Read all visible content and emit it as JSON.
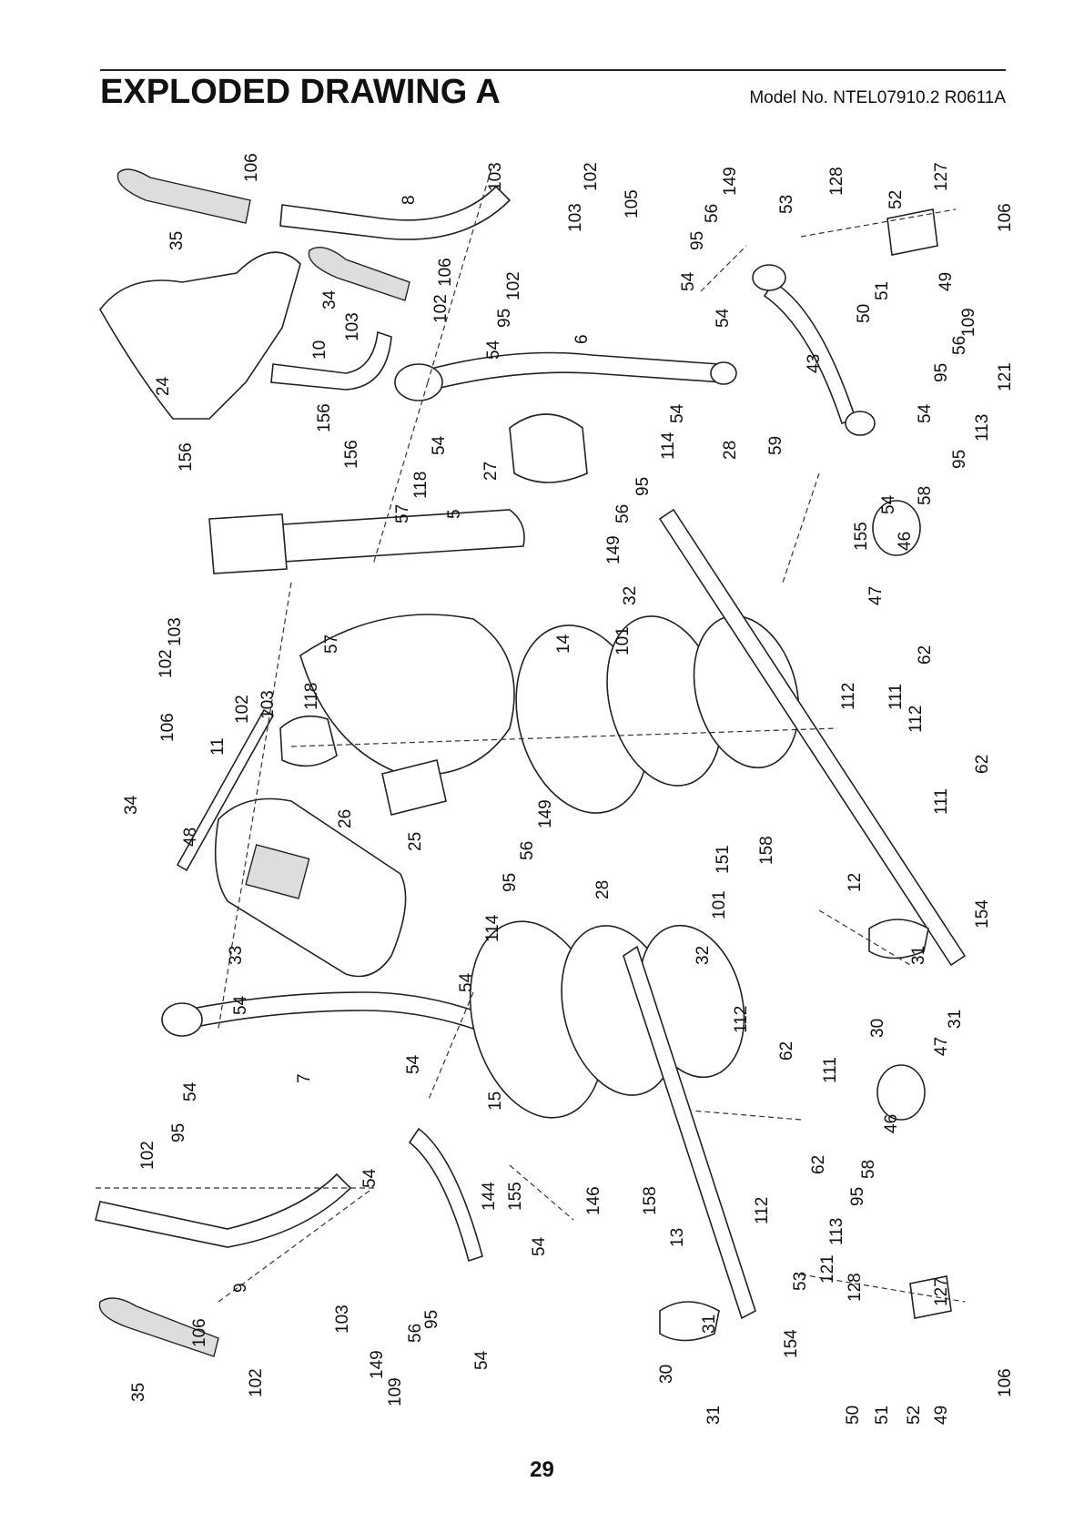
{
  "header": {
    "title": "EXPLODED DRAWING A",
    "model": "Model No. NTEL07910.2 R0611A"
  },
  "footer": {
    "page_number": "29"
  },
  "part_labels": [
    {
      "id": "p35a",
      "text": "35"
    },
    {
      "id": "p106a",
      "text": "106"
    },
    {
      "id": "p8",
      "text": "8"
    },
    {
      "id": "p103a",
      "text": "103"
    },
    {
      "id": "p102a",
      "text": "102"
    },
    {
      "id": "p103b",
      "text": "103"
    },
    {
      "id": "p105",
      "text": "105"
    },
    {
      "id": "p149a",
      "text": "149"
    },
    {
      "id": "p56a",
      "text": "56"
    },
    {
      "id": "p95a",
      "text": "95"
    },
    {
      "id": "p54a",
      "text": "54"
    },
    {
      "id": "p53a",
      "text": "53"
    },
    {
      "id": "p128a",
      "text": "128"
    },
    {
      "id": "p52a",
      "text": "52"
    },
    {
      "id": "p127a",
      "text": "127"
    },
    {
      "id": "p106b",
      "text": "106"
    },
    {
      "id": "p24",
      "text": "24"
    },
    {
      "id": "p34a",
      "text": "34"
    },
    {
      "id": "p106c",
      "text": "106"
    },
    {
      "id": "p103c",
      "text": "103"
    },
    {
      "id": "p102b",
      "text": "102"
    },
    {
      "id": "p95b",
      "text": "95"
    },
    {
      "id": "p102c",
      "text": "102"
    },
    {
      "id": "p10",
      "text": "10"
    },
    {
      "id": "p54b",
      "text": "54"
    },
    {
      "id": "p6",
      "text": "6"
    },
    {
      "id": "p54c",
      "text": "54"
    },
    {
      "id": "p51a",
      "text": "51"
    },
    {
      "id": "p49a",
      "text": "49"
    },
    {
      "id": "p50a",
      "text": "50"
    },
    {
      "id": "p109a",
      "text": "109"
    },
    {
      "id": "p43",
      "text": "43"
    },
    {
      "id": "p56b",
      "text": "56"
    },
    {
      "id": "p95c",
      "text": "95"
    },
    {
      "id": "p54d",
      "text": "54"
    },
    {
      "id": "p121a",
      "text": "121"
    },
    {
      "id": "p156a",
      "text": "156"
    },
    {
      "id": "p156b",
      "text": "156"
    },
    {
      "id": "p156c",
      "text": "156"
    },
    {
      "id": "p54e",
      "text": "54"
    },
    {
      "id": "p118a",
      "text": "118"
    },
    {
      "id": "p57a",
      "text": "57"
    },
    {
      "id": "p27",
      "text": "27"
    },
    {
      "id": "p114a",
      "text": "114"
    },
    {
      "id": "p54f",
      "text": "54"
    },
    {
      "id": "p28a",
      "text": "28"
    },
    {
      "id": "p59",
      "text": "59"
    },
    {
      "id": "p113a",
      "text": "113"
    },
    {
      "id": "p95d",
      "text": "95"
    },
    {
      "id": "p56c",
      "text": "56"
    },
    {
      "id": "p5",
      "text": "5"
    },
    {
      "id": "p95e",
      "text": "95"
    },
    {
      "id": "p149b",
      "text": "149"
    },
    {
      "id": "p155a",
      "text": "155"
    },
    {
      "id": "p54g",
      "text": "54"
    },
    {
      "id": "p58a",
      "text": "58"
    },
    {
      "id": "p46a",
      "text": "46"
    },
    {
      "id": "p47a",
      "text": "47"
    },
    {
      "id": "p32a",
      "text": "32"
    },
    {
      "id": "p101a",
      "text": "101"
    },
    {
      "id": "p103d",
      "text": "103"
    },
    {
      "id": "p102d",
      "text": "102"
    },
    {
      "id": "p57b",
      "text": "57"
    },
    {
      "id": "p14",
      "text": "14"
    },
    {
      "id": "p62a",
      "text": "62"
    },
    {
      "id": "p118b",
      "text": "118"
    },
    {
      "id": "p103e",
      "text": "103"
    },
    {
      "id": "p102e",
      "text": "102"
    },
    {
      "id": "p112a",
      "text": "112"
    },
    {
      "id": "p111a",
      "text": "111"
    },
    {
      "id": "p112b",
      "text": "112"
    },
    {
      "id": "p106d",
      "text": "106"
    },
    {
      "id": "p11",
      "text": "11"
    },
    {
      "id": "p62b",
      "text": "62"
    },
    {
      "id": "p34b",
      "text": "34"
    },
    {
      "id": "p26",
      "text": "26"
    },
    {
      "id": "p111b",
      "text": "111"
    },
    {
      "id": "p48",
      "text": "48"
    },
    {
      "id": "p25",
      "text": "25"
    },
    {
      "id": "p149c",
      "text": "149"
    },
    {
      "id": "p56d",
      "text": "56"
    },
    {
      "id": "p151",
      "text": "151"
    },
    {
      "id": "p158a",
      "text": "158"
    },
    {
      "id": "p12",
      "text": "12"
    },
    {
      "id": "p95f",
      "text": "95"
    },
    {
      "id": "p28b",
      "text": "28"
    },
    {
      "id": "p101b",
      "text": "101"
    },
    {
      "id": "p114b",
      "text": "114"
    },
    {
      "id": "p32b",
      "text": "32"
    },
    {
      "id": "p154a",
      "text": "154"
    },
    {
      "id": "p33",
      "text": "33"
    },
    {
      "id": "p54h",
      "text": "54"
    },
    {
      "id": "p31a",
      "text": "31"
    },
    {
      "id": "p54i",
      "text": "54"
    },
    {
      "id": "p30a",
      "text": "30"
    },
    {
      "id": "p31b",
      "text": "31"
    },
    {
      "id": "p112c",
      "text": "112"
    },
    {
      "id": "p62c",
      "text": "62"
    },
    {
      "id": "p7",
      "text": "7"
    },
    {
      "id": "p54j",
      "text": "54"
    },
    {
      "id": "p111c",
      "text": "111"
    },
    {
      "id": "p47b",
      "text": "47"
    },
    {
      "id": "p54k",
      "text": "54"
    },
    {
      "id": "p15",
      "text": "15"
    },
    {
      "id": "p46b",
      "text": "46"
    },
    {
      "id": "p95g",
      "text": "95"
    },
    {
      "id": "p102f",
      "text": "102"
    },
    {
      "id": "p62d",
      "text": "62"
    },
    {
      "id": "p58b",
      "text": "58"
    },
    {
      "id": "p54l",
      "text": "54"
    },
    {
      "id": "p144",
      "text": "144"
    },
    {
      "id": "p155b",
      "text": "155"
    },
    {
      "id": "p146",
      "text": "146"
    },
    {
      "id": "p158b",
      "text": "158"
    },
    {
      "id": "p112d",
      "text": "112"
    },
    {
      "id": "p95h",
      "text": "95"
    },
    {
      "id": "p113b",
      "text": "113"
    },
    {
      "id": "p13",
      "text": "13"
    },
    {
      "id": "p54m",
      "text": "54"
    },
    {
      "id": "p121b",
      "text": "121"
    },
    {
      "id": "p9",
      "text": "9"
    },
    {
      "id": "p53b",
      "text": "53"
    },
    {
      "id": "p128b",
      "text": "128"
    },
    {
      "id": "p127b",
      "text": "127"
    },
    {
      "id": "p103f",
      "text": "103"
    },
    {
      "id": "p106e",
      "text": "106"
    },
    {
      "id": "p56e",
      "text": "56"
    },
    {
      "id": "p95i",
      "text": "95"
    },
    {
      "id": "p31c",
      "text": "31"
    },
    {
      "id": "p154b",
      "text": "154"
    },
    {
      "id": "p149d",
      "text": "149"
    },
    {
      "id": "p54n",
      "text": "54"
    },
    {
      "id": "p30b",
      "text": "30"
    },
    {
      "id": "p102g",
      "text": "102"
    },
    {
      "id": "p35b",
      "text": "35"
    },
    {
      "id": "p109b",
      "text": "109"
    },
    {
      "id": "p31d",
      "text": "31"
    },
    {
      "id": "p50b",
      "text": "50"
    },
    {
      "id": "p51b",
      "text": "51"
    },
    {
      "id": "p52b",
      "text": "52"
    },
    {
      "id": "p49b",
      "text": "49"
    },
    {
      "id": "p106f",
      "text": "106"
    }
  ]
}
